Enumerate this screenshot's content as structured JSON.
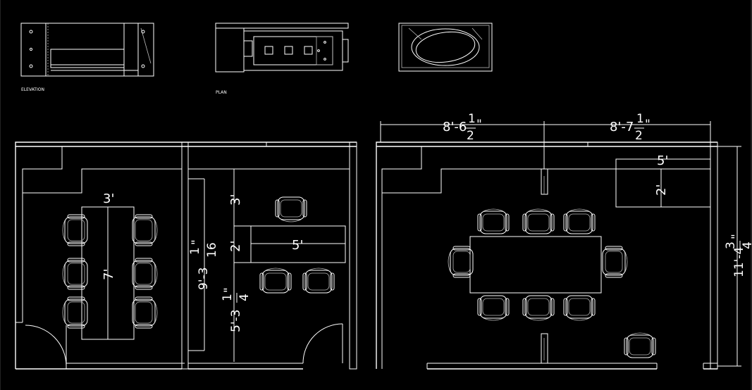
{
  "titles": {
    "elevation": "ELEVATION",
    "plan": "PLAN"
  },
  "dims": {
    "left_table_width": "3'",
    "left_table_length": "7'",
    "left_room_height": "9'-3",
    "left_room_height_num": "1",
    "left_room_height_den": "16",
    "left_room_height_unit": "\"",
    "mid_clear_top": "3'",
    "mid_desk_depth": "2'",
    "mid_desk_width": "5'",
    "mid_lower_height": "5'-3",
    "mid_lower_num": "1",
    "mid_lower_den": "4",
    "mid_lower_unit": "\"",
    "right_left_span": "8'-6",
    "right_left_num": "1",
    "right_left_den": "2",
    "right_left_unit": "\"",
    "right_right_span": "8'-7",
    "right_right_num": "1",
    "right_right_den": "2",
    "right_right_unit": "\"",
    "right_cab_width": "5'",
    "right_cab_depth": "2'",
    "right_height": "11'-4",
    "right_height_num": "3",
    "right_height_den": "4",
    "right_height_unit": "\""
  }
}
